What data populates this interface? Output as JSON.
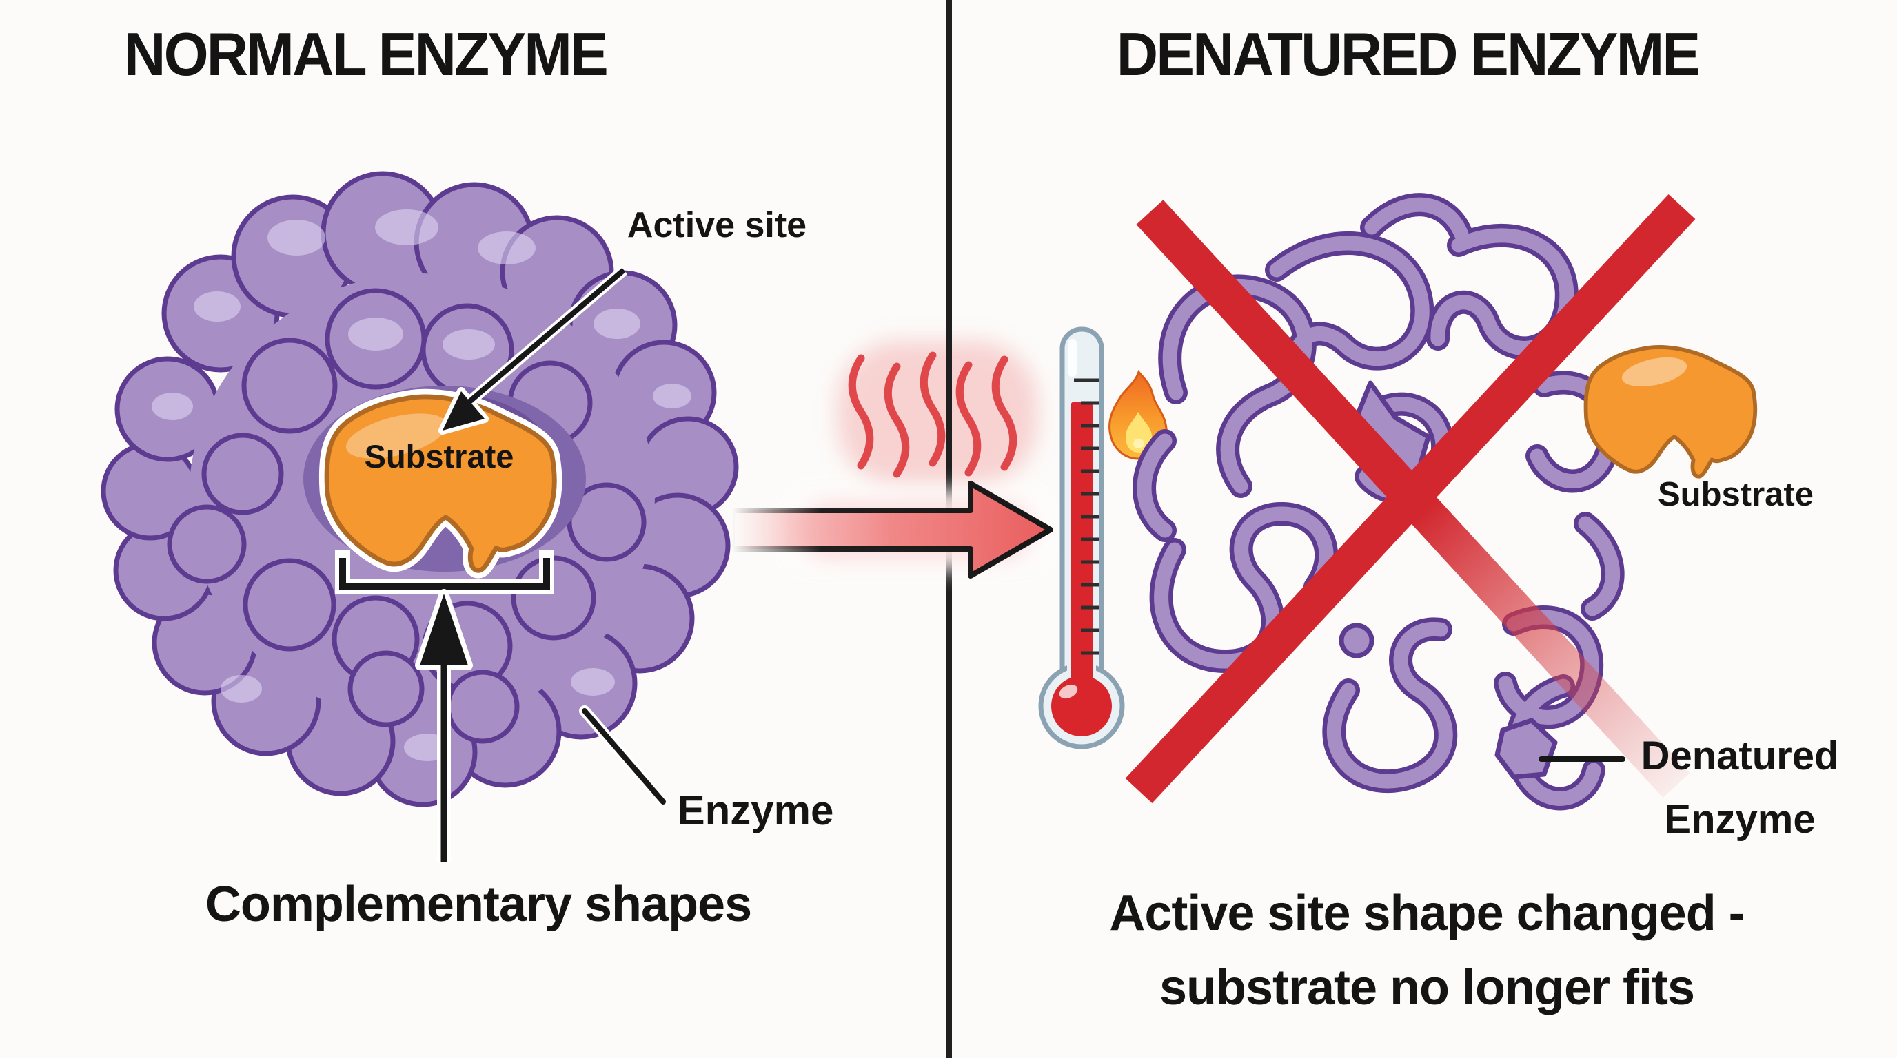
{
  "colors": {
    "enzyme_fill": "#a78fc5",
    "enzyme_outline": "#5d3b91",
    "substrate_fill": "#f5982f",
    "substrate_outline": "#b06a24",
    "cross_red": "#d2272e",
    "heat_red": "#e0474b",
    "mercury_red": "#d8262c",
    "divider": "#1f1f1f",
    "text": "#141414"
  },
  "icons": {
    "heat_waves": "five red wavy heat lines",
    "heat_arrow": "red right arrow with fading tail",
    "thermometer": "red mercury thermometer",
    "fire": "flame",
    "red_cross": "red prohibition X"
  },
  "left_panel": {
    "title": "NORMAL ENZYME",
    "active_site_label": "Active site",
    "substrate_label": "Substrate",
    "enzyme_label": "Enzyme",
    "caption": "Complementary shapes"
  },
  "right_panel": {
    "title": "DENATURED ENZYME",
    "substrate_label": "Substrate",
    "denatured_label_line1": "Denatured",
    "denatured_label_line2": "Enzyme",
    "caption_line1": "Active site shape changed -",
    "caption_line2": "substrate no longer fits"
  }
}
